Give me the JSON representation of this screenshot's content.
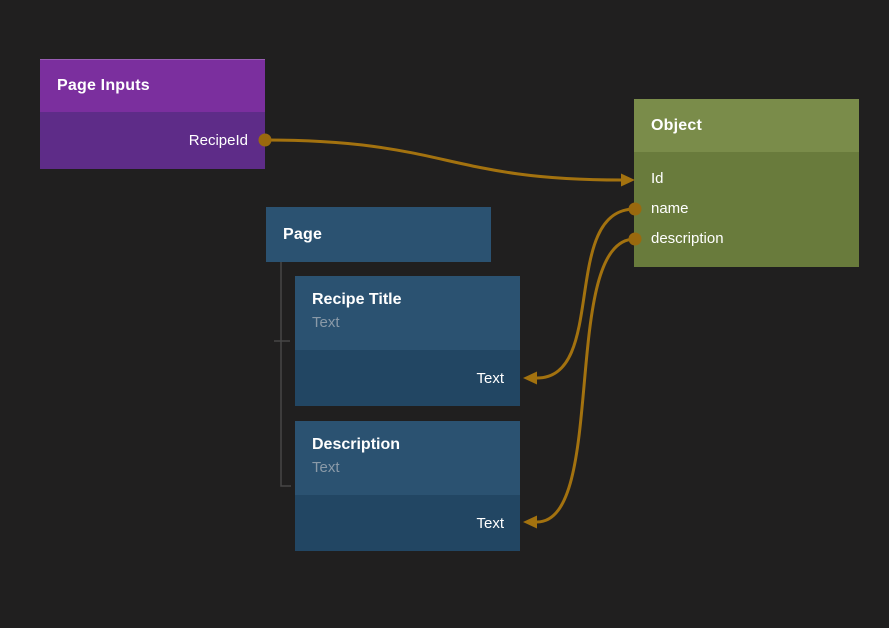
{
  "canvas": {
    "background": "#201f1f"
  },
  "palette": {
    "edge": "#a3720f",
    "port_dot": "#9a690e",
    "tree_connector": "#474747",
    "purple_node_header": "#7b2f9e",
    "purple_node_body": "#5e2c88",
    "green_node_header": "#7a8c4a",
    "green_node_body": "#697b3c",
    "blue_node_header": "#2b5271",
    "blue_node_body": "#224663"
  },
  "nodes": {
    "page_inputs": {
      "title": "Page Inputs",
      "output": "RecipeId"
    },
    "object": {
      "title": "Object",
      "fields": {
        "id": "Id",
        "name": "name",
        "description": "description"
      }
    },
    "page": {
      "title": "Page"
    },
    "recipe_title": {
      "title": "Recipe Title",
      "subtitle": "Text",
      "input": "Text"
    },
    "description": {
      "title": "Description",
      "subtitle": "Text",
      "input": "Text"
    }
  },
  "edges": [
    {
      "from": "Page Inputs.RecipeId",
      "to": "Object.Id"
    },
    {
      "from": "Object.name",
      "to": "Recipe Title.Text"
    },
    {
      "from": "Object.description",
      "to": "Description.Text"
    }
  ]
}
